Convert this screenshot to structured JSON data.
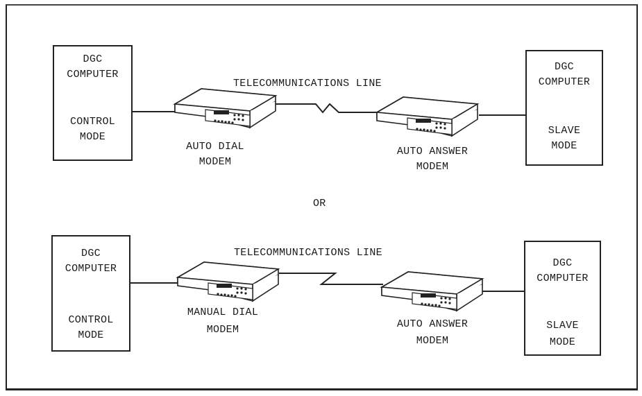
{
  "top_row": {
    "left_computer": {
      "name_line1": "DGC",
      "name_line2": "COMPUTER",
      "mode_line1": "CONTROL",
      "mode_line2": "MODE"
    },
    "line_label": "TELECOMMUNICATIONS LINE",
    "left_modem": {
      "line1": "AUTO DIAL",
      "line2": "MODEM"
    },
    "right_modem": {
      "line1": "AUTO ANSWER",
      "line2": "MODEM"
    },
    "right_computer": {
      "name_line1": "DGC",
      "name_line2": "COMPUTER",
      "mode_line1": "SLAVE",
      "mode_line2": "MODE"
    }
  },
  "separator": "OR",
  "bottom_row": {
    "left_computer": {
      "name_line1": "DGC",
      "name_line2": "COMPUTER",
      "mode_line1": "CONTROL",
      "mode_line2": "MODE"
    },
    "line_label": "TELECOMMUNICATIONS LINE",
    "left_modem": {
      "line1": "MANUAL DIAL",
      "line2": "MODEM"
    },
    "right_modem": {
      "line1": "AUTO ANSWER",
      "line2": "MODEM"
    },
    "right_computer": {
      "name_line1": "DGC",
      "name_line2": "COMPUTER",
      "mode_line1": "SLAVE",
      "mode_line2": "MODE"
    }
  }
}
